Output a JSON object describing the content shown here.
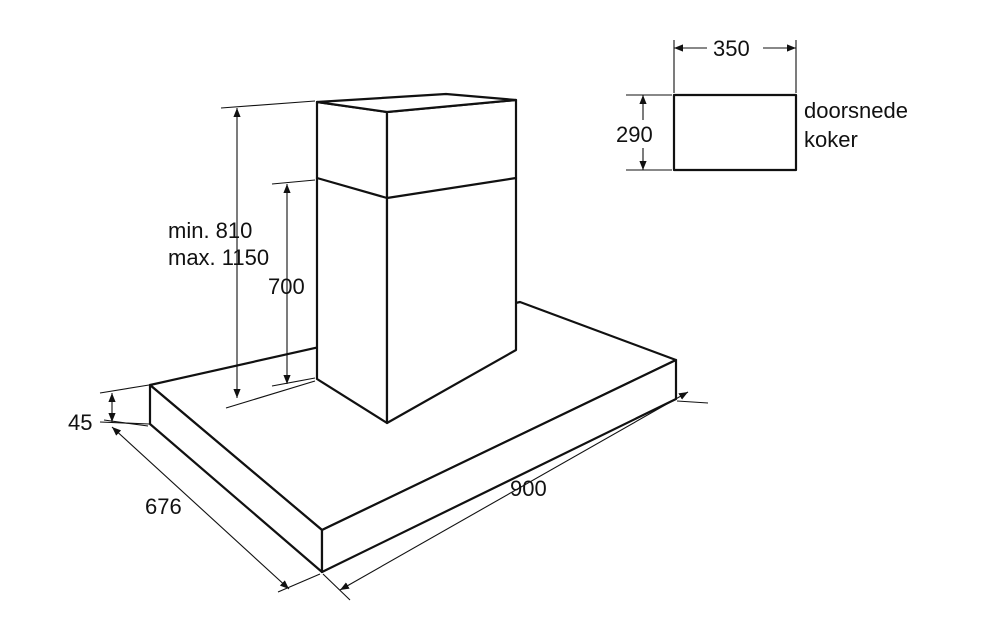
{
  "dimensions": {
    "chimney_height_min": "min. 810",
    "chimney_height_max": "max. 1150",
    "upper_duct_height": "700",
    "canopy_thickness": "45",
    "canopy_depth": "676",
    "canopy_width": "900",
    "duct_width": "350",
    "duct_depth": "290"
  },
  "legend": {
    "line1": "doorsnede",
    "line2": "koker"
  },
  "colors": {
    "line": "#111111",
    "background": "#ffffff"
  }
}
